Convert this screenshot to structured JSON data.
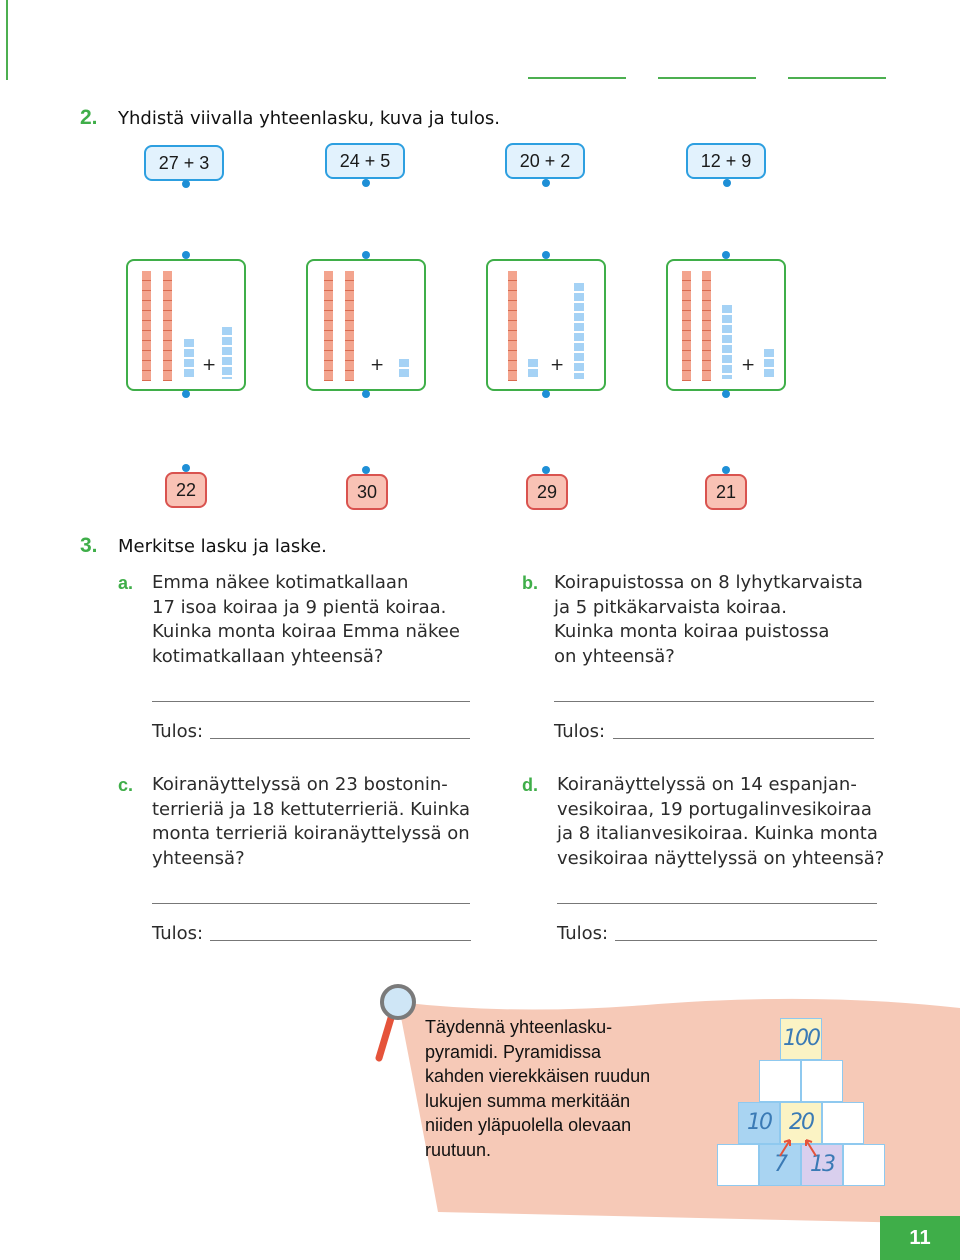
{
  "task2": {
    "number": "2.",
    "title": "Yhdistä viivalla yhteenlasku, kuva ja tulos.",
    "expressions": [
      "27 + 3",
      "24 + 5",
      "20 + 2",
      "12 + 9"
    ],
    "plus_sign": "+",
    "results": [
      "22",
      "30",
      "29",
      "21"
    ]
  },
  "task3": {
    "number": "3.",
    "title": "Merkitse lasku ja laske.",
    "tulos_label": "Tulos:",
    "a": {
      "letter": "a.",
      "lines": [
        "Emma näkee kotimatkallaan",
        "17 isoa koiraa ja 9 pientä koiraa.",
        "Kuinka monta koiraa Emma näkee",
        "kotimatkallaan yhteensä?"
      ]
    },
    "b": {
      "letter": "b.",
      "lines": [
        "Koirapuistossa on 8 lyhytkarvaista",
        "ja 5 pitkäkarvaista koiraa.",
        "Kuinka monta koiraa puistossa",
        "on yhteensä?"
      ]
    },
    "c": {
      "letter": "c.",
      "lines": [
        "Koiranäyttelyssä on 23 bostonin-",
        "terrieriä ja 18 kettuterrieriä. Kuinka",
        "monta terrieriä koiranäyttelyssä on",
        "yhteensä?"
      ]
    },
    "d": {
      "letter": "d.",
      "lines": [
        "Koiranäyttelyssä on 14 espanjan-",
        "vesikoiraa, 19 portugalinvesikoiraa",
        "ja 8 italianvesikoiraa. Kuinka monta",
        "vesikoiraa näyttelyssä on yhteensä?"
      ]
    }
  },
  "bonus": {
    "lines": [
      "Täydennä yhteenlasku-",
      "pyramidi. Pyramidissa",
      "kahden vierekkäisen ruudun",
      "lukujen summa merkitään",
      "niiden yläpuolella olevaan",
      "ruutuun."
    ],
    "pyramid": {
      "top": "100",
      "row3_left": "10",
      "row3_mid": "20",
      "row4_mid_left": "7",
      "row4_mid_right": "13"
    },
    "colors": {
      "banner": "#f6c9b7",
      "blue_cell": "#a9d4f2",
      "yellow_cell": "#fbf3c4",
      "purple_cell": "#d9cfee"
    }
  },
  "page_number": "11"
}
